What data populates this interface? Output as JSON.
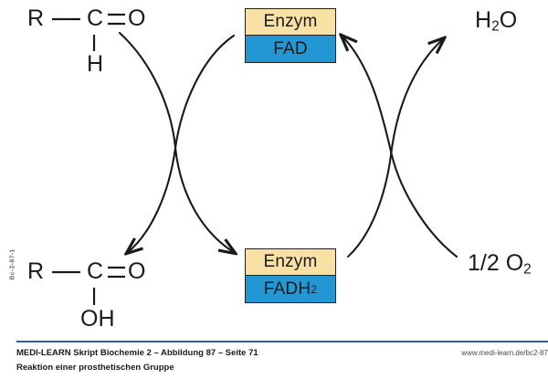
{
  "figure": {
    "title": "Reaktion einer prosthetischen Gruppe",
    "colors": {
      "enzyme_fill": "#f9e0a4",
      "cofactor_fill": "#2397d4",
      "stroke": "#231f20",
      "footer_rule": "#2b5fa8"
    },
    "side_code": "Bc-2-87-1"
  },
  "substrate_top": {
    "atom_r": "R",
    "atom_c": "C",
    "atom_o": "O",
    "atom_h": "H",
    "name": "aldehyde"
  },
  "substrate_bottom": {
    "atom_r": "R",
    "atom_c": "C",
    "atom_o": "O",
    "group_oh": "OH",
    "name": "carboxylic-acid"
  },
  "enzyme_top": {
    "enzyme_label": "Enzym",
    "cofactor_label": "FAD",
    "cofactor_base": "FAD",
    "cofactor_sub": ""
  },
  "enzyme_bottom": {
    "enzyme_label": "Enzym",
    "cofactor_label": "FADH2",
    "cofactor_base": "FADH",
    "cofactor_sub": "2"
  },
  "species": {
    "water_base": "H",
    "water_sub": "2",
    "water_tail": "O",
    "oxygen_prefix": "1/2 O",
    "oxygen_sub": "2"
  },
  "footer": {
    "title": "MEDI-LEARN Skript Biochemie 2 – Abbildung 87 – Seite 71",
    "subtitle": "Reaktion einer prosthetischen Gruppe",
    "url": "www.medi-learn.de/bc2-87"
  }
}
